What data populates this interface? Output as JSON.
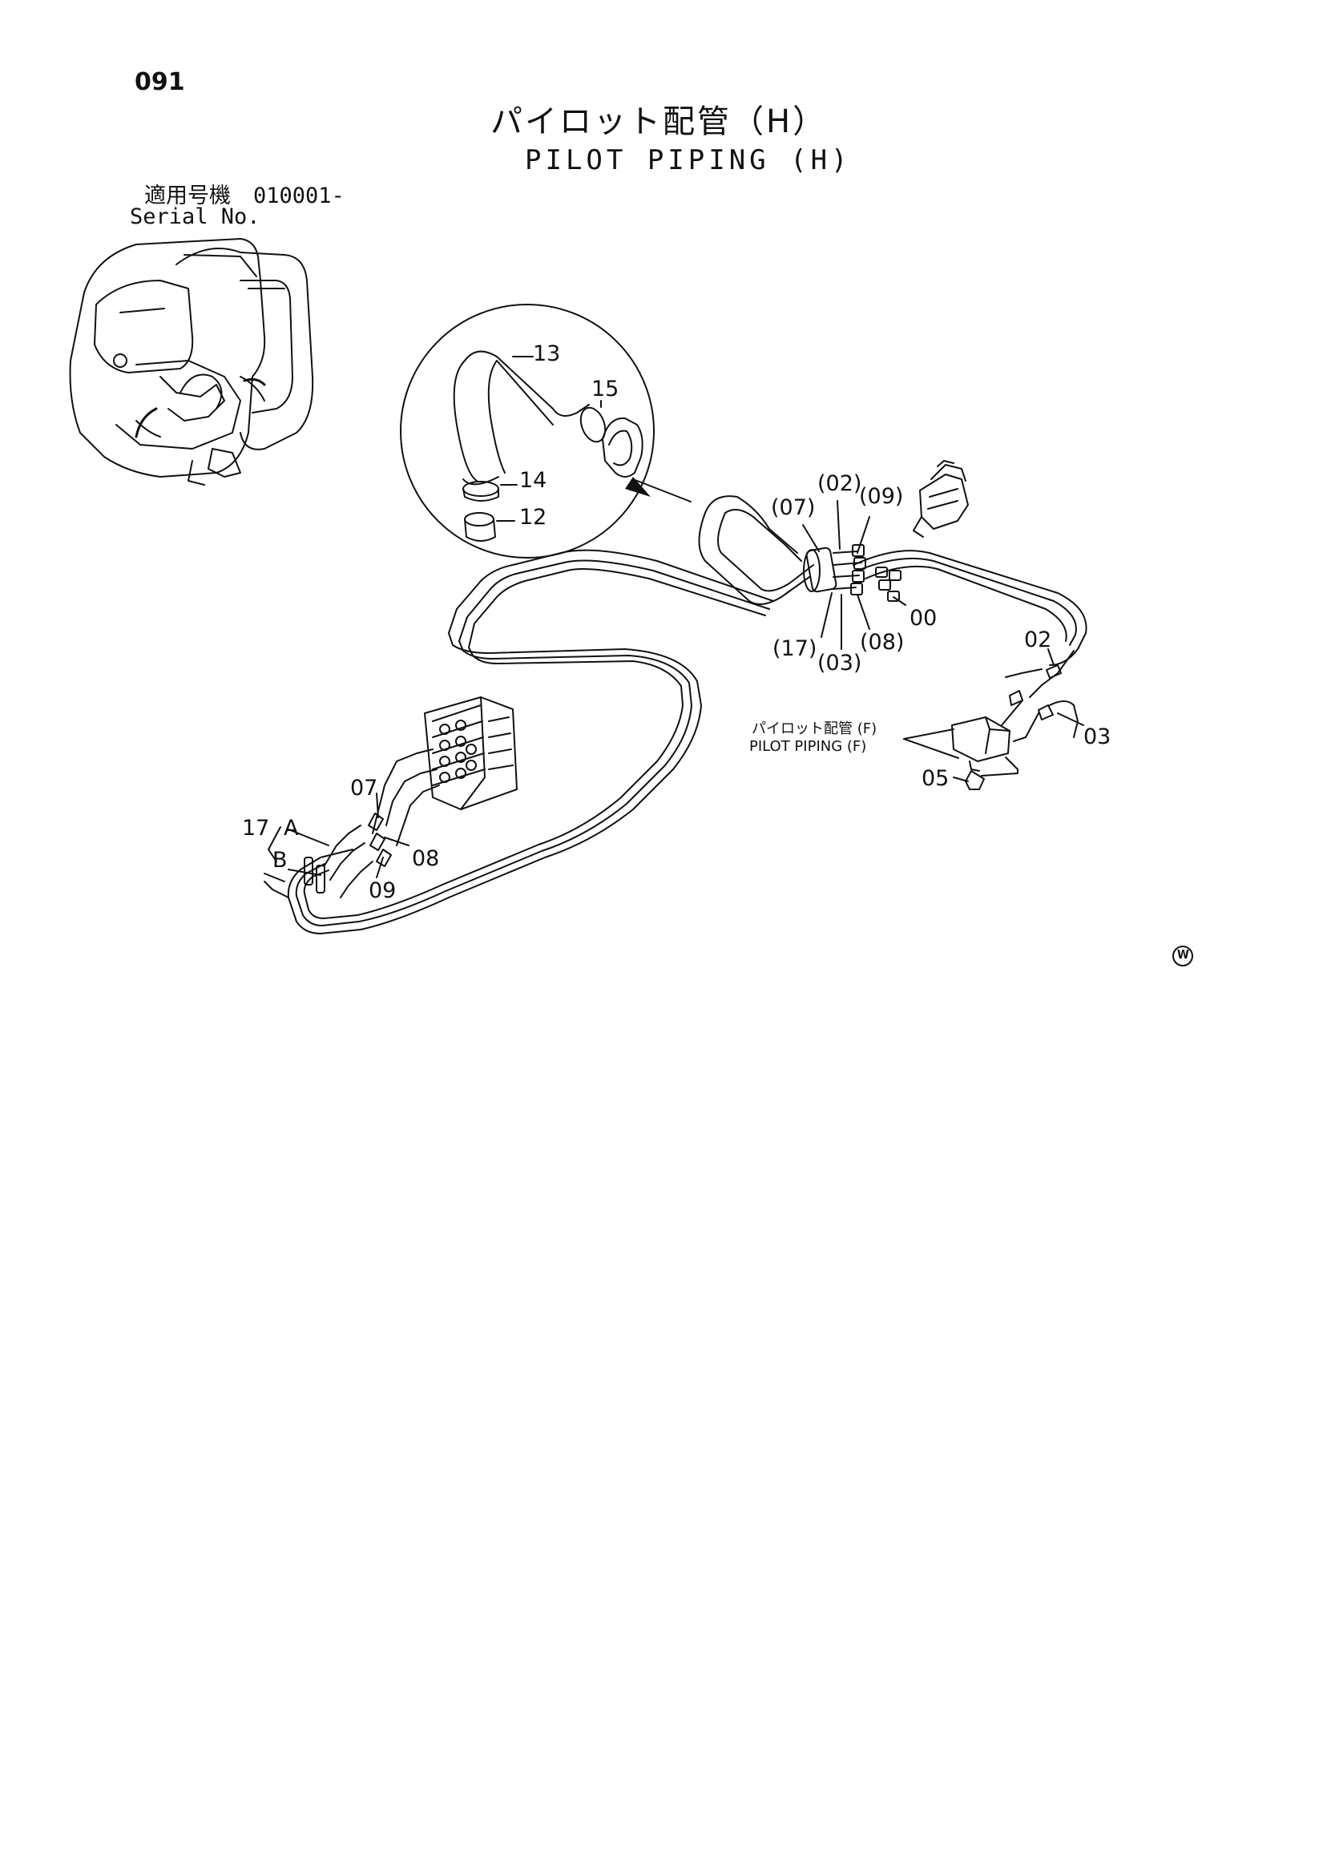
{
  "page_number": "091",
  "title_jp": "パイロット配管（H）",
  "title_en": "PILOT PIPING (H)",
  "serial": {
    "label_jp": "適用号機",
    "value": "010001-",
    "label_en": "Serial No."
  },
  "callouts": {
    "c13": "13",
    "c15": "15",
    "c14": "14",
    "c12": "12",
    "c07p": "(07)",
    "c02p": "(02)",
    "c09p": "(09)",
    "c00": "00",
    "c17p": "(17)",
    "c03p": "(03)",
    "c08p": "(08)",
    "c02": "02",
    "c03": "03",
    "c05": "05",
    "c07": "07",
    "c08": "08",
    "c09": "09",
    "c17": "17",
    "cA": "A",
    "cB": "B"
  },
  "cross_reference": {
    "jp": "パイロット配管 (F)",
    "en": "PILOT PIPING (F)"
  },
  "corner_mark": "W"
}
